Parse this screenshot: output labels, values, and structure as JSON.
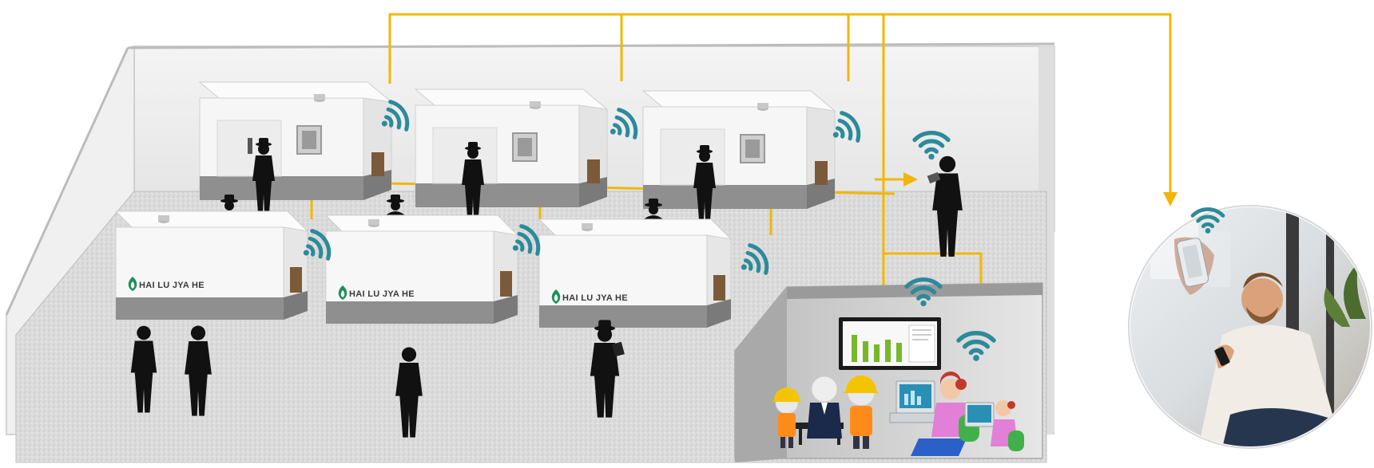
{
  "brand": {
    "name": "HAI LU JYA HE",
    "logo_color": "#1e8f5a"
  },
  "machines": [
    {
      "id": "m1",
      "row": "back",
      "wifi": true
    },
    {
      "id": "m2",
      "row": "back",
      "wifi": true
    },
    {
      "id": "m3",
      "row": "back",
      "wifi": true
    },
    {
      "id": "m4",
      "row": "front",
      "label": "HAI LU JYA HE",
      "wifi": true
    },
    {
      "id": "m5",
      "row": "front",
      "label": "HAI LU JYA HE",
      "wifi": true
    },
    {
      "id": "m6",
      "row": "front",
      "label": "HAI LU JYA HE",
      "wifi": true
    }
  ],
  "colors": {
    "connection_line": "#f2b705",
    "wifi_signal": "#2c8a9a",
    "machine_body": "#f7f7f7",
    "machine_base": "#8f8f8f",
    "floor": "#d6d6d6",
    "wall": "#ececec",
    "silhouette": "#111111",
    "hardhat": "#f5c400"
  },
  "icons": [
    "wifi-icon",
    "person-silhouette-icon",
    "smartphone-icon",
    "monitor-icon",
    "hardhat-icon"
  ]
}
